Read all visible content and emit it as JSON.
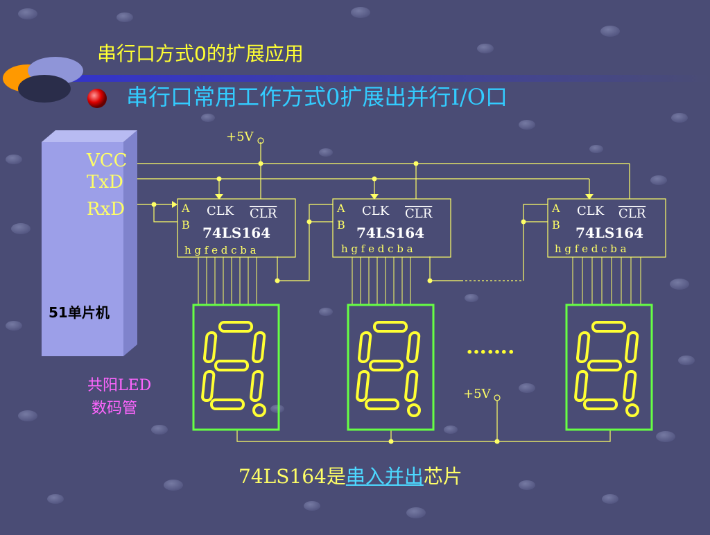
{
  "slide": {
    "title": "串行口方式0的扩展应用",
    "subtitle": "串行口常用工作方式0扩展出并行I/O口",
    "note_before": "74LS164是",
    "note_link": "串入并出",
    "note_after": "芯片"
  },
  "diagram": {
    "mcu_label": "51单片机",
    "mcu_pins": [
      "VCC",
      "TxD",
      "RxD"
    ],
    "power_label": "+5V",
    "power_label_2": "+5V",
    "chip_name": "74LS164",
    "chip_pins": {
      "a": "A",
      "b": "B",
      "clk": "CLK",
      "clr": "CLR",
      "outputs": "h g f e d c b a"
    },
    "led_label_line1": "共阳LED",
    "led_label_line2": "数码管",
    "ellipsis": "……."
  },
  "colors": {
    "background": "#4a4c75",
    "title": "#ffff33",
    "subtitle": "#33ccff",
    "wire": "#ffff66",
    "led_frame": "#66ff44",
    "segment": "#ffff33",
    "led_label": "#ff66ff",
    "chip_text": "#ffffff"
  }
}
